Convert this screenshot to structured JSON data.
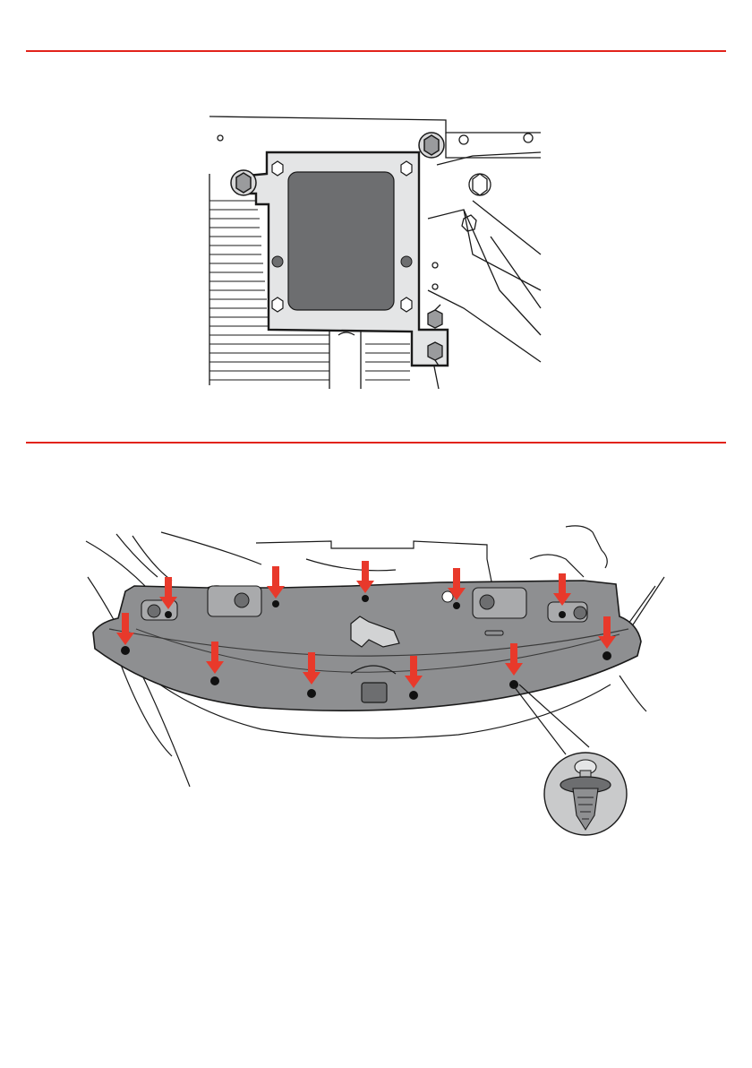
{
  "page": {
    "background": "#ffffff"
  },
  "colors": {
    "accent_rule": "#e2231a",
    "arrow": "#e8392b",
    "panel_fill": "#8e8f91",
    "panel_dark": "#6d6e70",
    "outline": "#1a1a1a"
  },
  "figures": [
    {
      "id": "figure-1",
      "subject": "bracket-plate-on-radiator"
    },
    {
      "id": "figure-2",
      "subject": "radiator-support-cover-with-clips",
      "arrow_count": 11,
      "clip_count": 11,
      "detail_inset": "push-clip"
    }
  ]
}
